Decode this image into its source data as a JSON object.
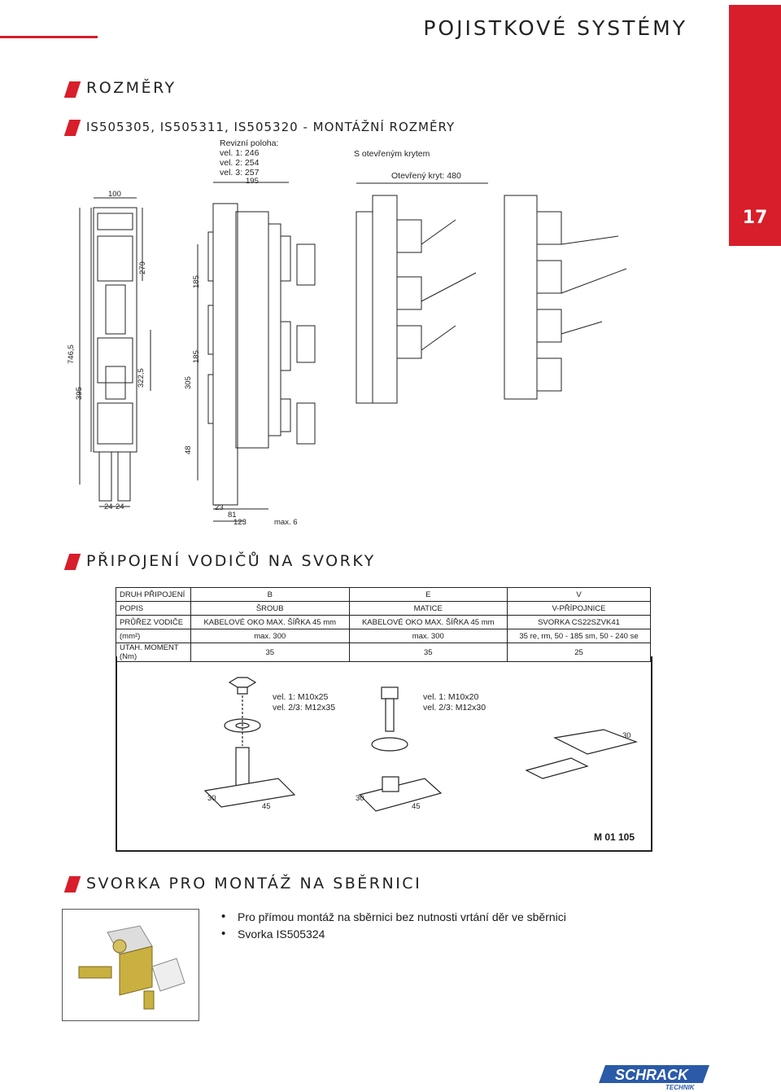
{
  "header": {
    "title": "POJISTKOVÉ SYSTÉMY",
    "chapter": "17"
  },
  "sections": {
    "dimensions": "ROZMĚRY",
    "dimensions_sub": "IS505305, IS505311, IS505320 - MONTÁŽNÍ ROZMĚRY",
    "connection": "PŘIPOJENÍ VODIČŮ NA SVORKY",
    "busbar": "SVORKA PRO MONTÁŽ NA SBĚRNICI"
  },
  "drawing": {
    "revision_title": "Revizní poloha:",
    "revision_1": "vel. 1: 246",
    "revision_2": "vel. 2: 254",
    "revision_3": "vel. 3: 257",
    "open_cover": "S otevřeným krytem",
    "open_cover_dim": "Otevřený kryt: 480",
    "d100": "100",
    "d195": "195",
    "d279": "279",
    "d185a": "185",
    "d185b": "185",
    "d746": "746,5",
    "d395": "395",
    "d322": "322,5",
    "d305": "305",
    "d48": "48",
    "d24a": "24",
    "d24b": "24",
    "d23": "23",
    "d81": "81",
    "d123": "123",
    "dmax6": "max. 6"
  },
  "table": {
    "rows": [
      {
        "label": "DRUH PŘIPOJENÍ",
        "b": "B",
        "e": "E",
        "v": "V"
      },
      {
        "label": "POPIS",
        "b": "ŠROUB",
        "e": "MATICE",
        "v": "V-PŘÍPOJNICE"
      },
      {
        "label": "PRŮŘEZ VODIČE",
        "b": "KABELOVÉ OKO MAX. ŠÍŘKA 45 mm",
        "e": "KABELOVÉ OKO MAX. ŠÍŘKA 45 mm",
        "v": "SVORKA CS22SZVK41"
      },
      {
        "label": "(mm²)",
        "b": "max. 300",
        "e": "max. 300",
        "v": "35 re, rm, 50 - 185 sm, 50 - 240 se"
      },
      {
        "label": "UTAH. MOMENT (Nm)",
        "b": "35",
        "e": "35",
        "v": "25"
      }
    ]
  },
  "bolts": {
    "b1": "vel. 1: M10x25",
    "b2": "vel. 2/3: M12x35",
    "e1": "vel. 1: M10x20",
    "e2": "vel. 2/3: M12x30",
    "d30a": "30",
    "d45a": "45",
    "d30b": "30",
    "d45b": "45",
    "d30c": "30",
    "ref": "M 01 105"
  },
  "bullets": [
    "Pro přímou montáž na sběrnici bez nutnosti vrtání děr ve sběrnici",
    "Svorka IS505324"
  ],
  "logo": {
    "main": "SCHRACK",
    "sub": "TECHNIK"
  }
}
